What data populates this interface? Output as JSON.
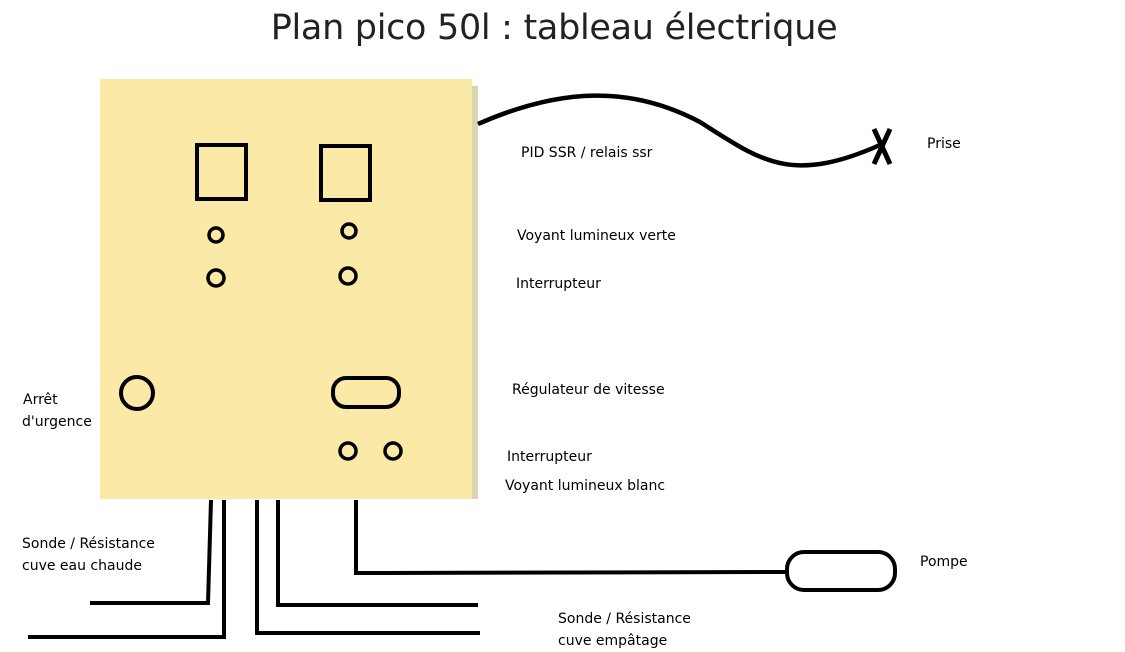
{
  "title": "Plan pico 50l : tableau électrique",
  "colors": {
    "panel_fill": "#FBE9A8",
    "panel_shadow": "#D7D5B2",
    "line": "#000000"
  },
  "labels": {
    "pid": "PID SSR / relais ssr",
    "prise": "Prise",
    "voyant_vert": "Voyant lumineux verte",
    "interrupteur_1": "Interrupteur",
    "regulateur": "Régulateur de vitesse",
    "interrupteur_2": "Interrupteur",
    "voyant_blanc": "Voyant lumineux blanc",
    "arret_line1": "Arrêt",
    "arret_line2": "d'urgence",
    "sonde_chaude_line1": "Sonde / Résistance",
    "sonde_chaude_line2": "cuve eau chaude",
    "sonde_empatage_line1": "Sonde / Résistance",
    "sonde_empatage_line2": "cuve empâtage",
    "pompe": "Pompe"
  }
}
